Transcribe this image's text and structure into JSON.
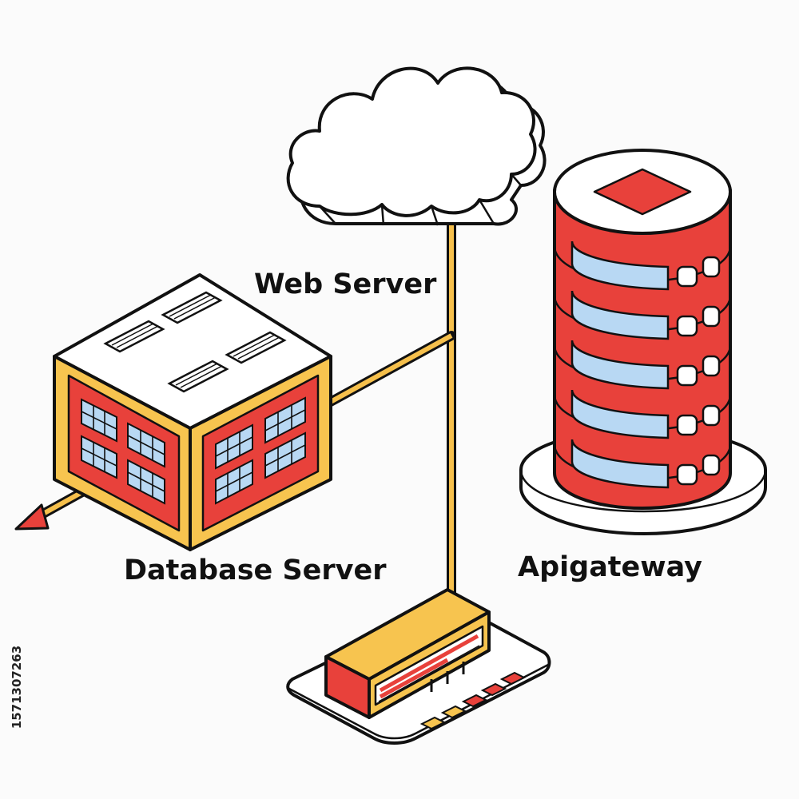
{
  "labels": {
    "web_server": "Web Server",
    "database_server": "Database Server",
    "api_gateway": "Apigateway"
  },
  "stock_id": "1571307263",
  "colors": {
    "outline": "#111111",
    "red": "#e8413b",
    "yellow": "#f7c44f",
    "blue": "#b8d8f3",
    "white": "#ffffff",
    "connector": "#f6c04c"
  },
  "icons": [
    "cloud-icon",
    "database-server-icon",
    "api-gateway-cylinder-icon",
    "network-device-icon",
    "arrow-up-icon",
    "arrow-left-icon"
  ]
}
